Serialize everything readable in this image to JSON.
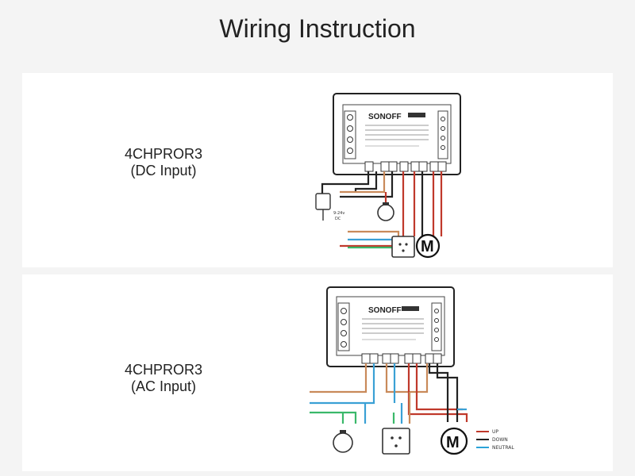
{
  "title": "Wiring Instruction",
  "sections": [
    {
      "model": "4CHPROR3",
      "input": "(DC Input)",
      "brand": "SONOFF",
      "adapter_label": "9-24v\nDC"
    },
    {
      "model": "4CHPROR3",
      "input": "(AC Input)",
      "brand": "SONOFF"
    }
  ],
  "motor_symbol": "M",
  "legend": [
    {
      "label": "UP",
      "color": "#c0392b"
    },
    {
      "label": "DOWN",
      "color": "#222222"
    },
    {
      "label": "NEUTRAL",
      "color": "#2aa3d8"
    }
  ],
  "wire_colors": {
    "live": "#c98a5a",
    "neutral": "#3aa0d5",
    "ground": "#3ab86a",
    "relay": "#c0392b",
    "black": "#222222"
  }
}
